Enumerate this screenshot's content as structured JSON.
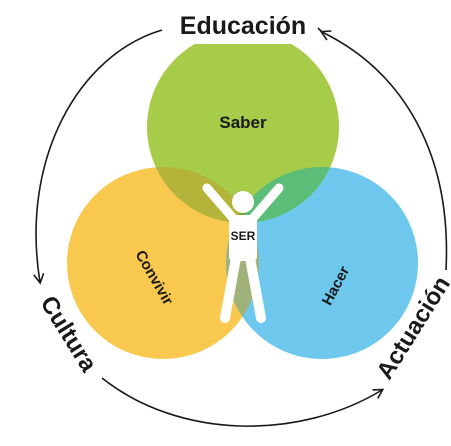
{
  "diagram": {
    "outer_cycle": {
      "top_label": "Educación",
      "left_label": "Cultura",
      "right_label": "Actuación",
      "arrow_color": "#1a1a1a"
    },
    "circles": {
      "top": {
        "label": "Saber",
        "color": "#a6cc4a"
      },
      "left": {
        "label": "Convivir",
        "color": "#f9c84e"
      },
      "right": {
        "label": "Hacer",
        "color": "#6ec8ee"
      }
    },
    "center": {
      "label": "SER",
      "figure_icon": "person-arms-raised-icon",
      "figure_color": "#ffffff"
    }
  }
}
